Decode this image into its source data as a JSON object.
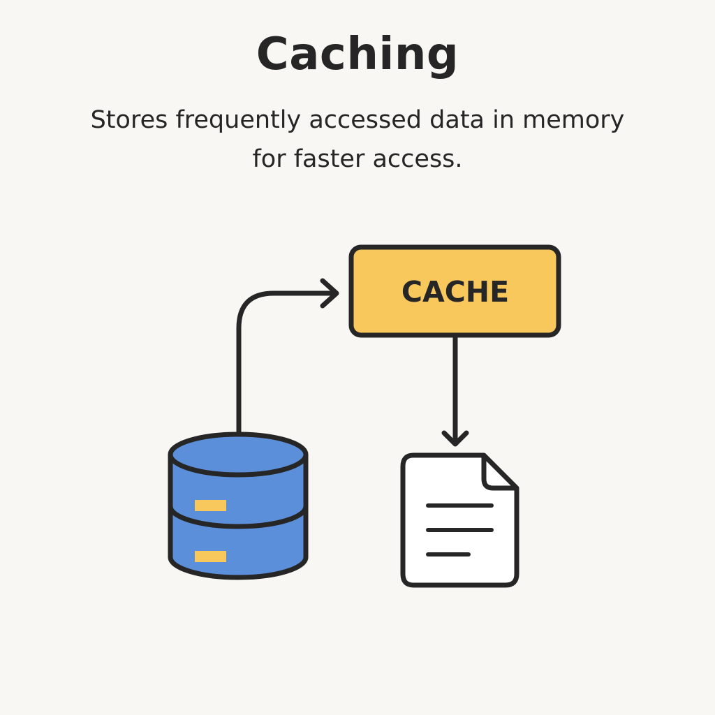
{
  "header": {
    "title": "Caching",
    "subtitle_line1": "Stores frequently accessed data in memory",
    "subtitle_line2": "for faster access."
  },
  "diagram": {
    "cache_label": "CACHE",
    "colors": {
      "background": "#f8f7f3",
      "stroke": "#262626",
      "cache_fill": "#f9c85c",
      "database_fill": "#5b8fd9",
      "database_slot": "#f9c85c",
      "document_fill": "#ffffff"
    },
    "icons": [
      "database-icon",
      "cache-box",
      "document-icon"
    ]
  }
}
